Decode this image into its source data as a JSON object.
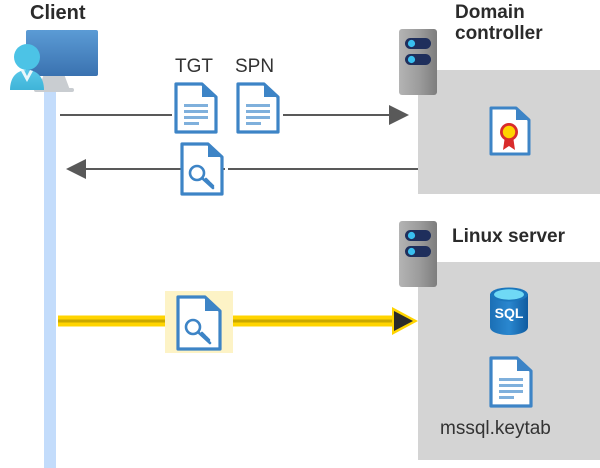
{
  "diagram": {
    "title_client": "Client",
    "title_domain_controller": "Domain\ncontroller",
    "title_linux_server": "Linux server",
    "labels": {
      "tgt": "TGT",
      "spn": "SPN",
      "keytab_file": "mssql.keytab",
      "sql_text": "SQL"
    },
    "icons": {
      "client": "user-computer-icon",
      "tgt_document": "document-icon",
      "spn_document": "document-icon",
      "ticket_key_document": "key-document-icon",
      "keytab_key_document": "key-document-icon",
      "domain_controller_server": "server-rack-icon",
      "linux_server": "server-rack-icon",
      "certificate": "certificate-document-icon",
      "sql_database": "sql-database-icon",
      "keytab_document": "document-icon"
    },
    "arrows": [
      {
        "name": "client-to-dc-request",
        "direction": "right",
        "color": "#595959",
        "style": "solid-thin"
      },
      {
        "name": "dc-to-client-ticket",
        "direction": "left",
        "color": "#595959",
        "style": "solid-thin"
      },
      {
        "name": "client-to-linux-ticket",
        "direction": "right",
        "color": "#ffd400",
        "style": "solid-thick-highlighted"
      }
    ],
    "colors": {
      "panel_gray": "#d4d4d4",
      "lifeline_blue": "#c3dcfb",
      "arrow_gray": "#595959",
      "arrow_yellow": "#ffd400",
      "arrow_yellow_core": "#c9a800",
      "highlight_yellow": "#fdf3c6",
      "doc_blue": "#3d84c6",
      "doc_blue_dark": "#2e6da4",
      "server_gray": "#9b9b9b",
      "server_navy": "#1f2f5c",
      "server_dot": "#39c0f0",
      "sql_blue": "#1b76bc",
      "cert_red": "#d92b2b",
      "cert_gold": "#ffd400",
      "text_dark": "#2b2b2b"
    }
  }
}
